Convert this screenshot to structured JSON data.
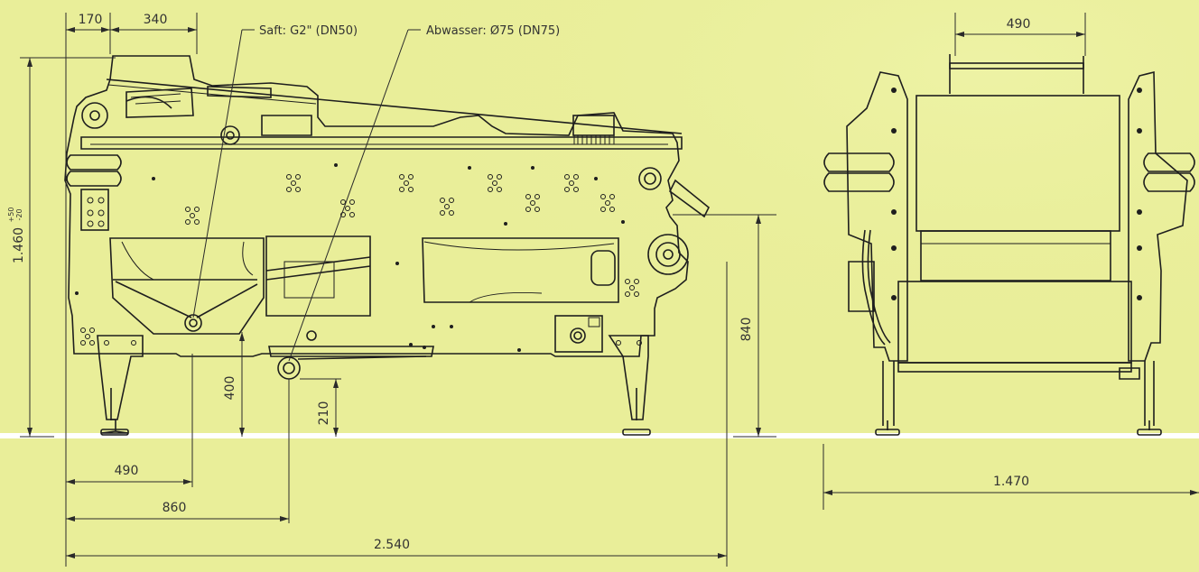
{
  "callouts": {
    "juice": "Saft: G2\" (DN50)",
    "wastewater": "Abwasser: Ø75 (DN75)"
  },
  "dimensions": {
    "top_170": "170",
    "top_340": "340",
    "height_total": "1.460",
    "height_tol_plus": "+50",
    "height_tol_minus": "-20",
    "height_400": "400",
    "height_210": "210",
    "height_840": "840",
    "width_490_left": "490",
    "width_860": "860",
    "width_2540": "2.540",
    "side_490": "490",
    "side_1470": "1.470"
  },
  "colors": {
    "background": "#e9ee99",
    "floor_line": "#ffffff",
    "drawing": "#1e1e1e"
  }
}
